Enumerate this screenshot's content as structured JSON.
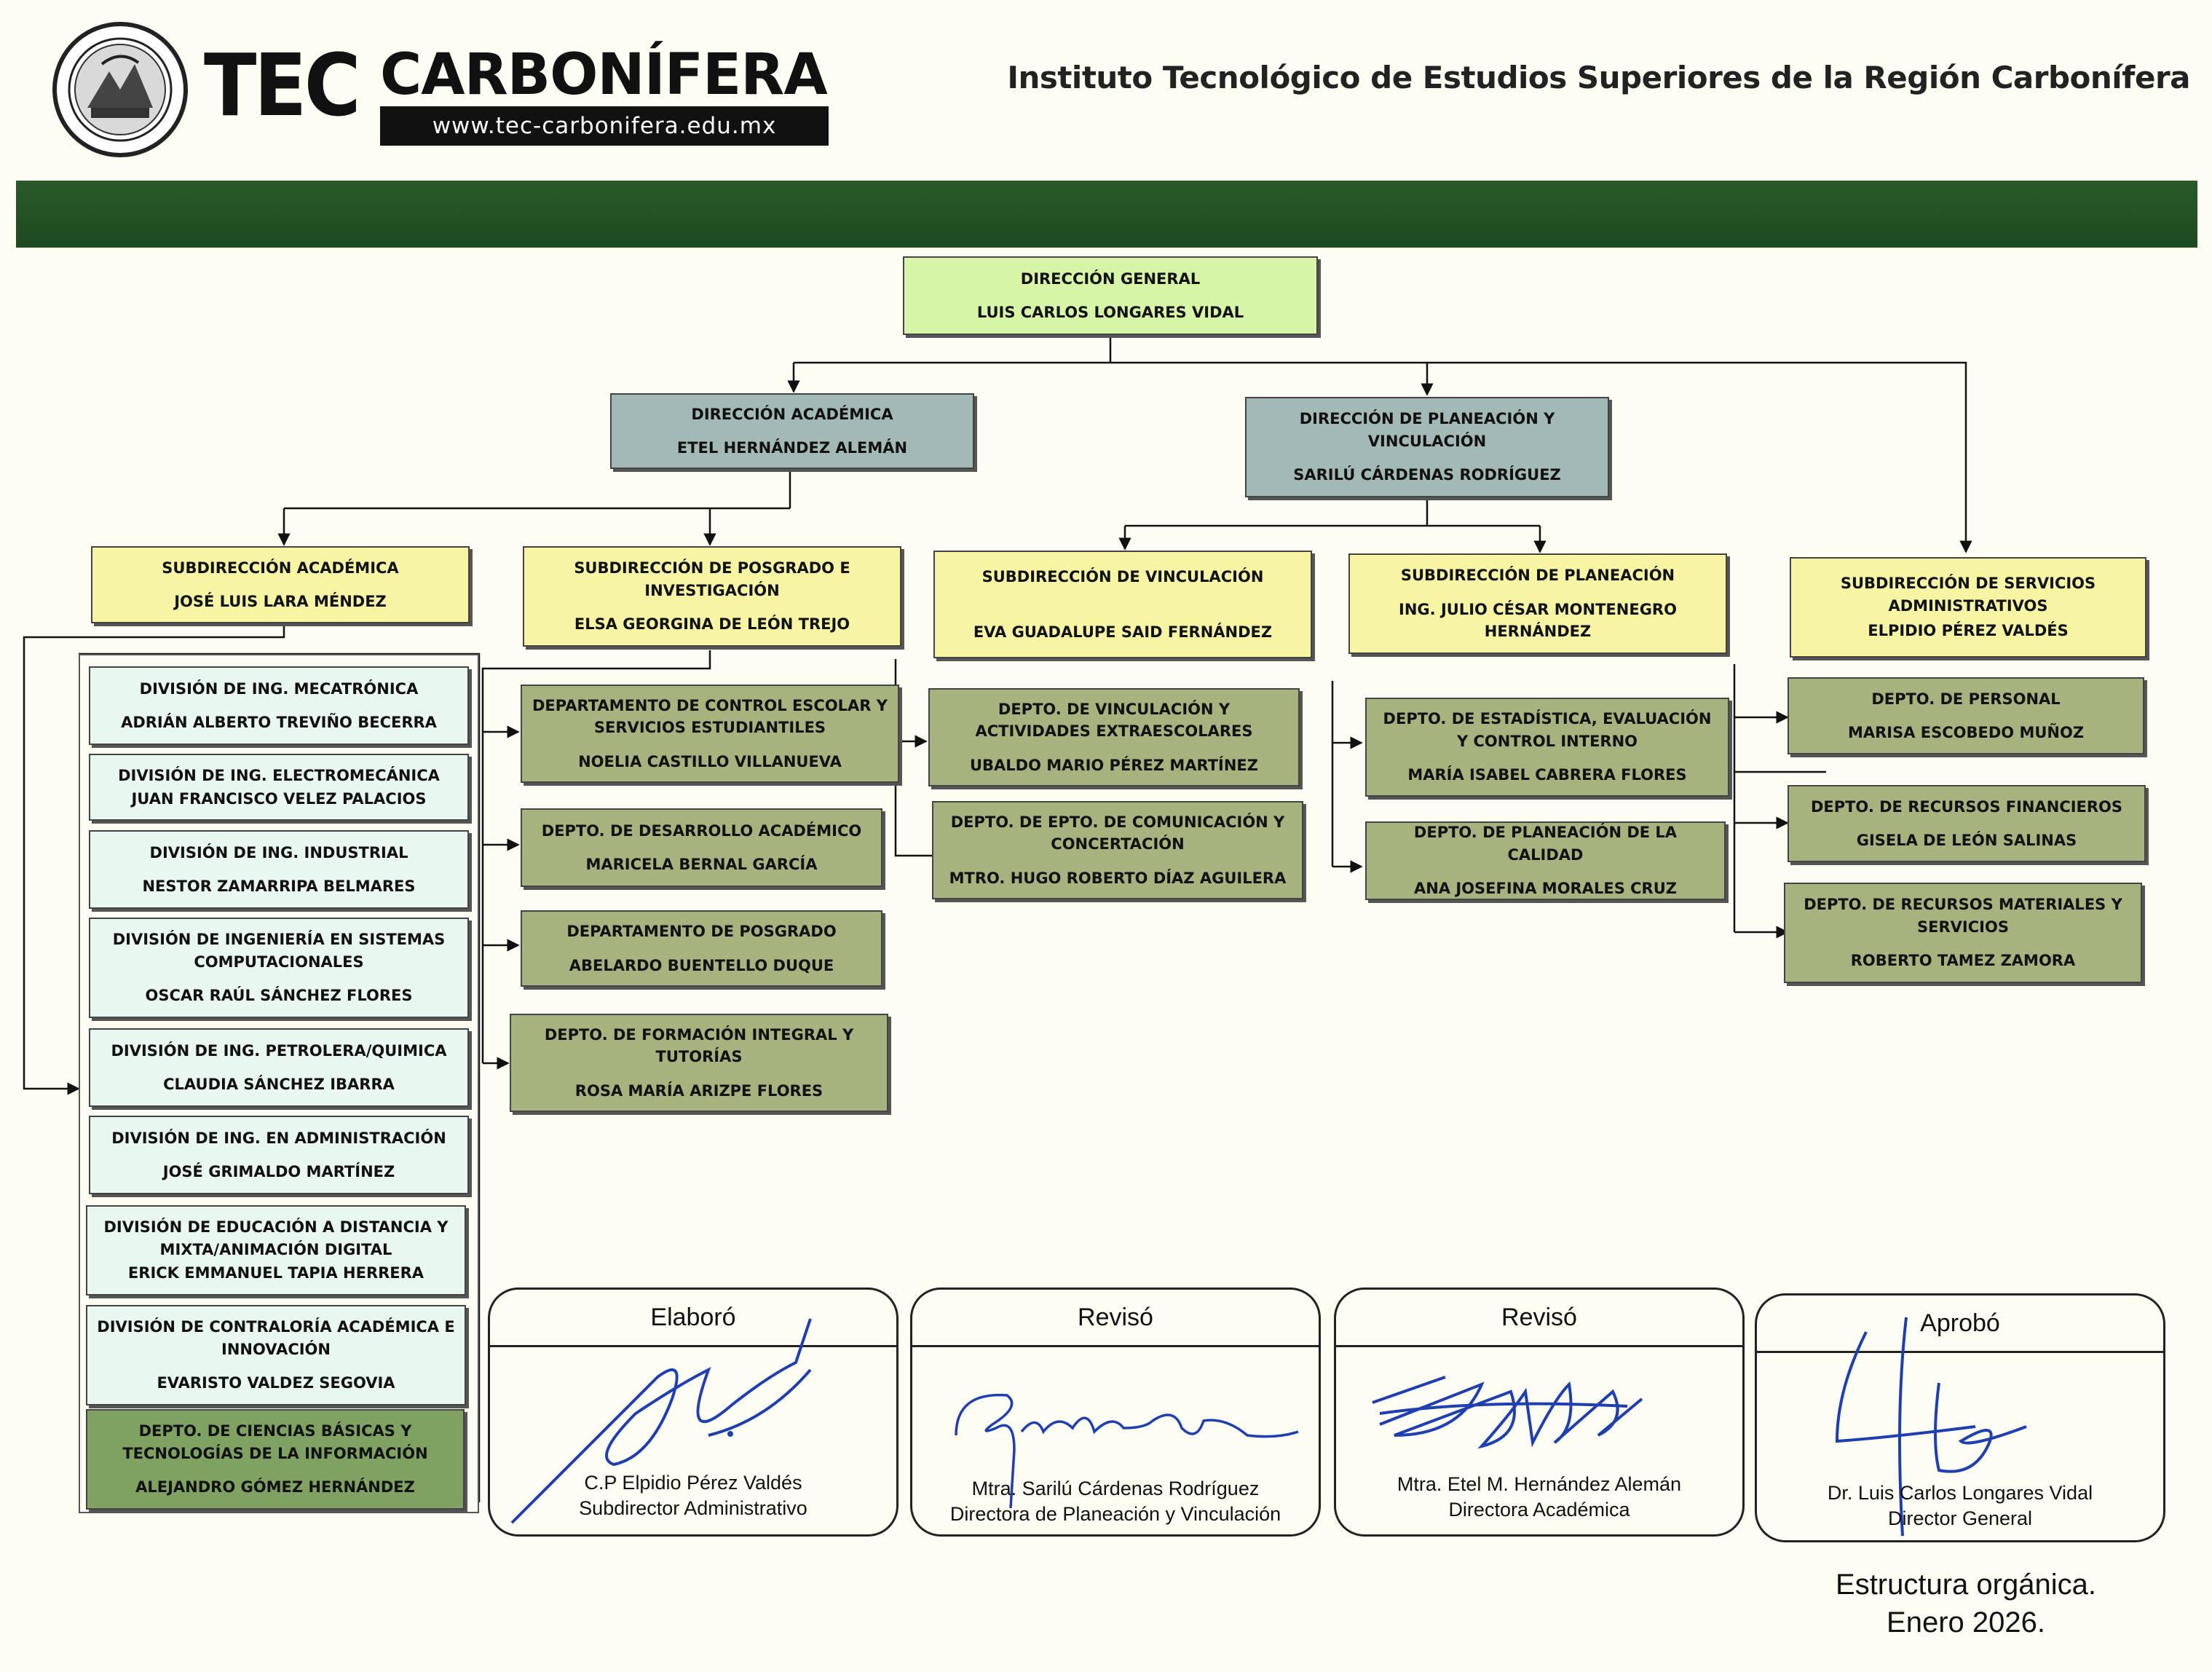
{
  "header": {
    "logo_tec": "TEC",
    "logo_carbonifera": "CARBONÍFERA",
    "website": "www.tec-carbonifera.edu.mx",
    "institute_name": "Instituto Tecnológico de Estudios Superiores de la Región Carbonífera"
  },
  "direccion_general": {
    "title": "DIRECCIÓN GENERAL",
    "name": "LUIS CARLOS LONGARES VIDAL"
  },
  "direcciones": [
    {
      "title": "DIRECCIÓN ACADÉMICA",
      "name": "ETEL HERNÁNDEZ ALEMÁN"
    },
    {
      "title": "DIRECCIÓN DE PLANEACIÓN Y VINCULACIÓN",
      "name": "SARILÚ CÁRDENAS RODRÍGUEZ"
    }
  ],
  "subdirecciones": [
    {
      "title": "SUBDIRECCIÓN ACADÉMICA",
      "name": "JOSÉ LUIS LARA MÉNDEZ"
    },
    {
      "title": "SUBDIRECCIÓN DE POSGRADO E INVESTIGACIÓN",
      "name": "ELSA GEORGINA DE LEÓN TREJO"
    },
    {
      "title": "SUBDIRECCIÓN DE VINCULACIÓN",
      "name": "EVA GUADALUPE SAID FERNÁNDEZ"
    },
    {
      "title": "SUBDIRECCIÓN DE PLANEACIÓN",
      "name": "ING. JULIO CÉSAR MONTENEGRO HERNÁNDEZ"
    },
    {
      "title": "SUBDIRECCIÓN DE SERVICIOS ADMINISTRATIVOS",
      "name": "ELPIDIO PÉREZ VALDÉS"
    }
  ],
  "divisiones": [
    {
      "title": "DIVISIÓN DE ING. MECATRÓNICA",
      "name": "ADRIÁN ALBERTO TREVIÑO BECERRA"
    },
    {
      "title": "DIVISIÓN DE ING. ELECTROMECÁNICA",
      "name": "JUAN FRANCISCO VELEZ PALACIOS"
    },
    {
      "title": "DIVISIÓN DE ING. INDUSTRIAL",
      "name": "NESTOR ZAMARRIPA BELMARES"
    },
    {
      "title": "DIVISIÓN DE INGENIERÍA EN SISTEMAS COMPUTACIONALES",
      "name": "OSCAR RAÚL SÁNCHEZ FLORES"
    },
    {
      "title": "DIVISIÓN DE ING. PETROLERA/QUIMICA",
      "name": "CLAUDIA SÁNCHEZ IBARRA"
    },
    {
      "title": "DIVISIÓN DE ING. EN ADMINISTRACIÓN",
      "name": "JOSÉ GRIMALDO MARTÍNEZ"
    },
    {
      "title": "DIVISIÓN DE EDUCACIÓN A DISTANCIA Y MIXTA/ANIMACIÓN DIGITAL",
      "name": "ERICK EMMANUEL TAPIA HERRERA"
    },
    {
      "title": "DIVISIÓN DE CONTRALORÍA ACADÉMICA E INNOVACIÓN",
      "name": "EVARISTO VALDEZ SEGOVIA"
    },
    {
      "title": "DEPTO. DE CIENCIAS BÁSICAS Y TECNOLOGÍAS DE LA INFORMACIÓN",
      "name": "ALEJANDRO GÓMEZ HERNÁNDEZ"
    }
  ],
  "deptos_posgrado": [
    {
      "title": "DEPARTAMENTO DE CONTROL ESCOLAR Y SERVICIOS ESTUDIANTILES",
      "name": "NOELIA CASTILLO VILLANUEVA"
    },
    {
      "title": "DEPTO. DE DESARROLLO ACADÉMICO",
      "name": "MARICELA BERNAL GARCÍA"
    },
    {
      "title": "DEPARTAMENTO DE POSGRADO",
      "name": "ABELARDO BUENTELLO DUQUE"
    },
    {
      "title": "DEPTO. DE FORMACIÓN INTEGRAL Y TUTORÍAS",
      "name": "ROSA MARÍA ARIZPE FLORES"
    }
  ],
  "deptos_vinculacion": [
    {
      "title": "DEPTO. DE VINCULACIÓN Y ACTIVIDADES EXTRAESCOLARES",
      "name": "UBALDO MARIO PÉREZ MARTÍNEZ"
    },
    {
      "title": "DEPTO. DE EPTO. DE COMUNICACIÓN Y CONCERTACIÓN",
      "name": "MTRO. HUGO ROBERTO DÍAZ AGUILERA"
    }
  ],
  "deptos_planeacion": [
    {
      "title": "DEPTO. DE ESTADÍSTICA, EVALUACIÓN Y CONTROL INTERNO",
      "name": "MARÍA ISABEL CABRERA FLORES"
    },
    {
      "title": "DEPTO. DE PLANEACIÓN DE LA CALIDAD",
      "name": "ANA JOSEFINA MORALES CRUZ"
    }
  ],
  "deptos_servicios": [
    {
      "title": "DEPTO. DE PERSONAL",
      "name": "MARISA ESCOBEDO MUÑOZ"
    },
    {
      "title": "DEPTO. DE RECURSOS FINANCIEROS",
      "name": "GISELA DE LEÓN SALINAS"
    },
    {
      "title": "DEPTO. DE RECURSOS MATERIALES Y SERVICIOS",
      "name": "ROBERTO TAMEZ ZAMORA"
    }
  ],
  "signatures": [
    {
      "header": "Elaboró",
      "name": "C.P Elpidio Pérez Valdés",
      "role": "Subdirector Administrativo"
    },
    {
      "header": "Revisó",
      "name": "Mtra. Sarilú Cárdenas Rodríguez",
      "role": "Directora de Planeación y Vinculación"
    },
    {
      "header": "Revisó",
      "name": "Mtra. Etel M. Hernández Alemán",
      "role": "Directora Académica"
    },
    {
      "header": "Aprobó",
      "name": "Dr. Luis Carlos Longares Vidal",
      "role": "Director General"
    }
  ],
  "footer": {
    "line1": "Estructura orgánica.",
    "line2": "Enero 2026."
  },
  "colors": {
    "banner": "#1f4d21",
    "direccion_general": "#d7f5a6",
    "direccion": "#a3b9b5",
    "subdireccion": "#f7f5a3",
    "division": "#e9f7f1",
    "departamento": "#a6b37e",
    "ciencias_basicas": "#7fa263",
    "signature_ink": "#1f3fb0"
  }
}
